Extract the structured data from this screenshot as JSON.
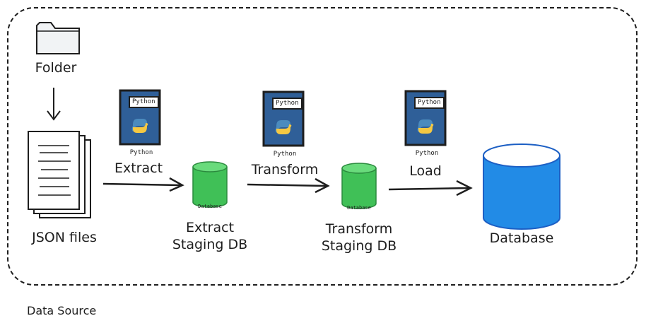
{
  "source_group": {
    "caption": "Data Source"
  },
  "folder": {
    "label": "Folder",
    "icon": "folder-icon"
  },
  "json_files": {
    "label": "JSON files",
    "icon": "document-stack-icon"
  },
  "steps": [
    {
      "action": "Extract",
      "script_tag": "Python",
      "script_caption": "Python"
    },
    {
      "action": "Transform",
      "script_tag": "Python",
      "script_caption": "Python"
    },
    {
      "action": "Load",
      "script_tag": "Python",
      "script_caption": "Python"
    }
  ],
  "staging": [
    {
      "inner_label": "Database",
      "line1": "Extract",
      "line2": "Staging DB"
    },
    {
      "inner_label": "Database",
      "line1": "Transform",
      "line2": "Staging DB"
    }
  ],
  "target_db": {
    "label": "Database"
  },
  "colors": {
    "python_blue": "#2f5f98",
    "python_yellow": "#f5c842",
    "staging_green": "#40c057",
    "target_blue": "#228be6",
    "stroke": "#1e1e1e"
  }
}
